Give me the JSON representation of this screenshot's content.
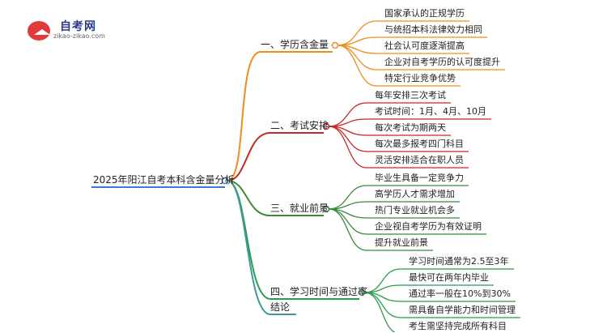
{
  "logo": {
    "name": "自考网",
    "url": "zikao-zikao.com",
    "icon": "graduation-cap-icon"
  },
  "root": {
    "label": "2025年阳江自考本科含金量分析",
    "color": "#3a7bd5"
  },
  "branches": [
    {
      "label": "一、学历含金量",
      "color": "#f08c1e",
      "leaves": [
        "国家承认的正规学历",
        "与统招本科法律效力相同",
        "社会认可度逐渐提高",
        "企业对自考学历的认可度提升",
        "特定行业竞争优势"
      ]
    },
    {
      "label": "二、考试安排",
      "color": "#c62828",
      "leaves": [
        "每年安排三次考试",
        "考试时间：1月、4月、10月",
        "每次考试为期两天",
        "每次最多报考四门科目",
        "灵活安排适合在职人员"
      ]
    },
    {
      "label": "三、就业前景",
      "color": "#3a8a3a",
      "leaves": [
        "毕业生具备一定竞争力",
        "高学历人才需求增加",
        "热门专业就业机会多",
        "企业视自考学历为有效证明",
        "提升就业前景"
      ]
    },
    {
      "label": "四、学习时间与通过率",
      "color": "#2e9b4e",
      "leaves": [
        "学习时间通常为2.5至3年",
        "最快可在两年内毕业",
        "通过率一般在10%到30%",
        "需具备自学能力和时间管理",
        "考生需坚持完成所有科目"
      ]
    },
    {
      "label": "结论",
      "color": "#3a9a9a",
      "leaves": []
    }
  ]
}
